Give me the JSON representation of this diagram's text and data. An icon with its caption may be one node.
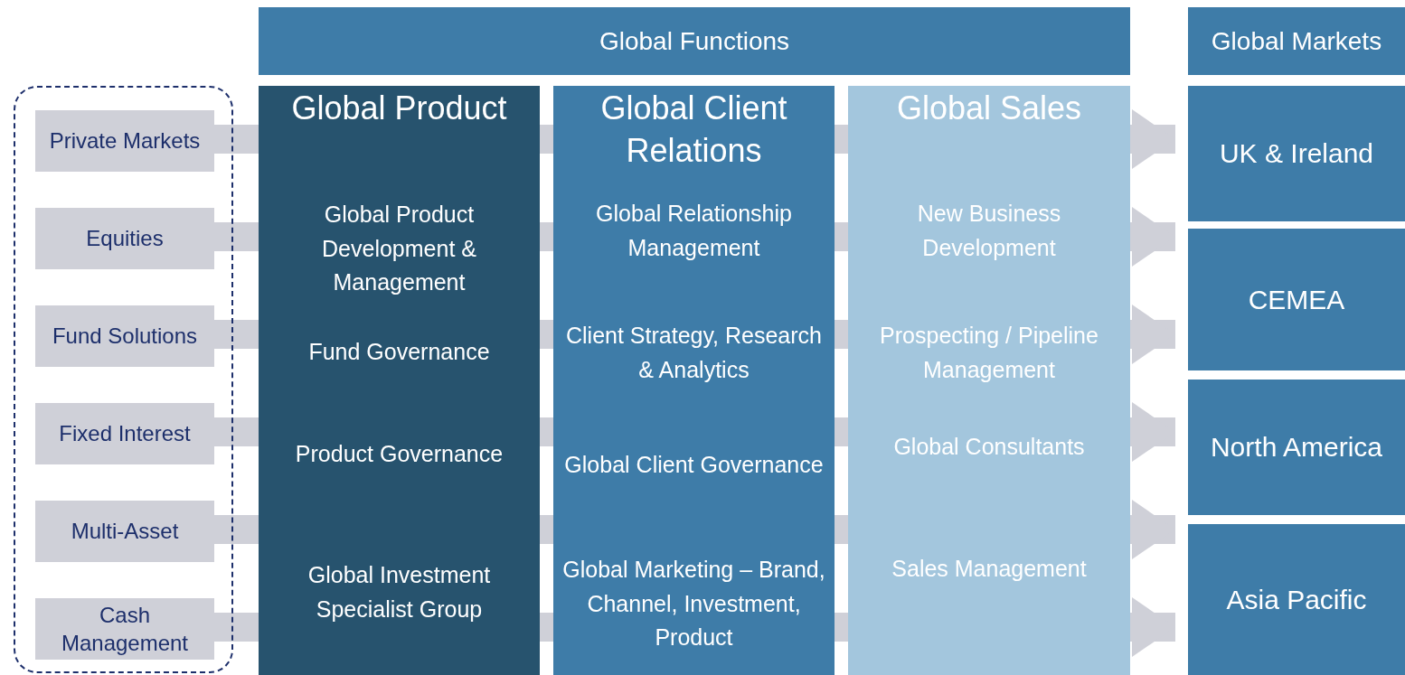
{
  "diagram": {
    "nodes": [
      {
        "text": [],
        "shape": "box"
      },
      {
        "text": [
          "Private Markets"
        ],
        "in": 0
      },
      {
        "text": [
          "Equities"
        ],
        "in": 0
      },
      {
        "text": [
          "Fund Solutions"
        ],
        "in": 0
      },
      {
        "text": [
          "Fixed Interest"
        ],
        "in": 0
      },
      {
        "text": [
          "Multi-Asset"
        ],
        "in": 0
      },
      {
        "text": [
          "Cash Management"
        ],
        "in": 0
      },
      {
        "text": [
          "Global Functions"
        ]
      },
      {
        "text": [
          "Global Markets"
        ]
      },
      {
        "text": [
          "Global Product",
          "Global Product Development & Management",
          "Fund Governance",
          "Product Governance",
          "Global Investment Specialist Group"
        ]
      },
      {
        "text": [
          "Global Client Relations",
          "Global Relationship Management",
          "Client Strategy, Research & Analytics",
          "Global Client Governance",
          "Global Marketing – Brand, Channel, Investment, Product"
        ]
      },
      {
        "text": [
          "Global Sales",
          "New Business Development",
          "Prospecting / Pipeline Management",
          "Global Consultants",
          "Sales Management"
        ]
      },
      {
        "text": [
          "UK & Ireland"
        ]
      },
      {
        "text": [
          "CEMEA"
        ]
      },
      {
        "text": [
          "North America"
        ]
      },
      {
        "text": [
          "Asia Pacific"
        ]
      }
    ],
    "edges": [
      {
        "from": 1,
        "to": 9,
        "arrow": "none"
      },
      {
        "from": 2,
        "to": 9,
        "arrow": "none"
      },
      {
        "from": 3,
        "to": 9,
        "arrow": "none"
      },
      {
        "from": 4,
        "to": 9,
        "arrow": "none"
      },
      {
        "from": 5,
        "to": 9,
        "arrow": "none"
      },
      {
        "from": 6,
        "to": 9,
        "arrow": "none"
      },
      {
        "from": 9,
        "to": 10,
        "arrow": "none"
      },
      {
        "from": 9,
        "to": 10,
        "arrow": "none"
      },
      {
        "from": 9,
        "to": 10,
        "arrow": "none"
      },
      {
        "from": 9,
        "to": 10,
        "arrow": "none"
      },
      {
        "from": 9,
        "to": 10,
        "arrow": "none"
      },
      {
        "from": 9,
        "to": 10,
        "arrow": "none"
      },
      {
        "from": 10,
        "to": 11,
        "arrow": "none"
      },
      {
        "from": 10,
        "to": 11,
        "arrow": "none"
      },
      {
        "from": 10,
        "to": 11,
        "arrow": "none"
      },
      {
        "from": 10,
        "to": 11,
        "arrow": "none"
      },
      {
        "from": 10,
        "to": 11,
        "arrow": "none"
      },
      {
        "from": 10,
        "to": 11,
        "arrow": "none"
      },
      {
        "from": 11,
        "to": 12,
        "arrow": "to"
      },
      {
        "from": 11,
        "to": 13,
        "arrow": "to"
      },
      {
        "from": 11,
        "to": 13,
        "arrow": "to"
      },
      {
        "from": 11,
        "to": 14,
        "arrow": "to"
      },
      {
        "from": 11,
        "to": 15,
        "arrow": "to"
      },
      {
        "from": 11,
        "to": 15,
        "arrow": "to"
      }
    ]
  }
}
